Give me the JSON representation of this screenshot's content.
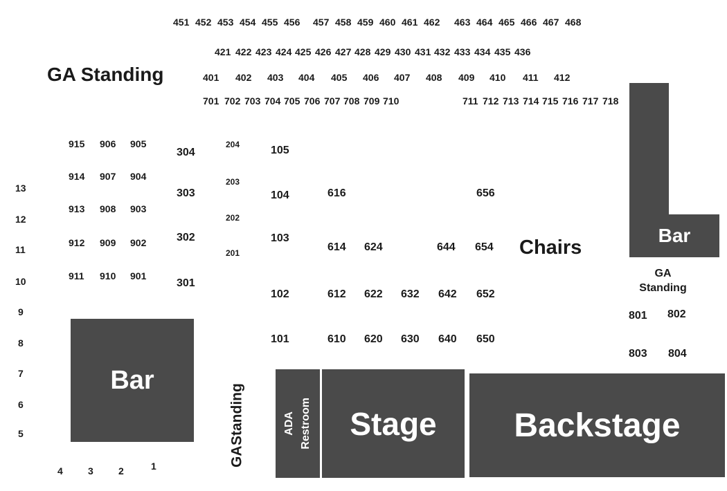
{
  "colors": {
    "block": "#4a4a4a",
    "text": "#1a1a1a",
    "block_text": "#ffffff"
  },
  "labels": {
    "ga_standing_top": "GA Standing",
    "chairs": "Chairs",
    "bar_left": "Bar",
    "bar_right": "Bar",
    "ga_standing_right_line1": "GA",
    "ga_standing_right_line2": "Standing",
    "ga_standing_bottom_line1": "GA",
    "ga_standing_bottom_line2": "Standing",
    "ada_line1": "ADA",
    "ada_line2": "Restroom",
    "stage": "Stage",
    "backstage": "Backstage"
  },
  "rows": {
    "row450": [
      "451",
      "452",
      "453",
      "454",
      "455",
      "456",
      "457",
      "458",
      "459",
      "460",
      "461",
      "462",
      "463",
      "464",
      "465",
      "466",
      "467",
      "468"
    ],
    "row420": [
      "421",
      "422",
      "423",
      "424",
      "425",
      "426",
      "427",
      "428",
      "429",
      "430",
      "431",
      "432",
      "433",
      "434",
      "435",
      "436"
    ],
    "row400": [
      "401",
      "402",
      "403",
      "404",
      "405",
      "406",
      "407",
      "408",
      "409",
      "410",
      "411",
      "412"
    ],
    "row700": [
      "701",
      "702",
      "703",
      "704",
      "705",
      "706",
      "707",
      "708",
      "709",
      "710",
      "711",
      "712",
      "713",
      "714",
      "715",
      "716",
      "717",
      "718"
    ],
    "col915": [
      "915",
      "914",
      "913",
      "912",
      "911"
    ],
    "col906": [
      "906",
      "907",
      "908",
      "909",
      "910"
    ],
    "col905": [
      "905",
      "904",
      "903",
      "902",
      "901"
    ],
    "col300": [
      "304",
      "303",
      "302",
      "301"
    ],
    "col200": [
      "204",
      "203",
      "202",
      "201"
    ],
    "col100": [
      "105",
      "104",
      "103",
      "102",
      "101"
    ],
    "left_numbers": [
      "13",
      "12",
      "11",
      "10",
      "9",
      "8",
      "7",
      "6",
      "5"
    ],
    "bottom_numbers": [
      "4",
      "3",
      "2",
      "1"
    ],
    "tables": [
      "616",
      "656",
      "614",
      "624",
      "644",
      "654",
      "612",
      "622",
      "632",
      "642",
      "652",
      "610",
      "620",
      "630",
      "640",
      "650"
    ],
    "right_sections": [
      "801",
      "802",
      "803",
      "804"
    ]
  }
}
